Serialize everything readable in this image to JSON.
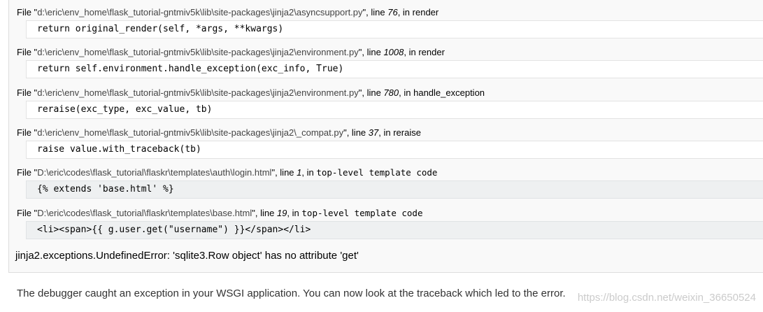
{
  "frames": [
    {
      "prefix": "File \"",
      "path": "d:\\eric\\env_home\\flask_tutorial-gntmiv5k\\lib\\site-packages\\jinja2\\asyncsupport.py",
      "mid": "\", line ",
      "line": "76",
      "in": ", in ",
      "func": "render",
      "func_is_code": false,
      "code": "return original_render(self, *args, **kwargs)",
      "highlight": false
    },
    {
      "prefix": "File \"",
      "path": "d:\\eric\\env_home\\flask_tutorial-gntmiv5k\\lib\\site-packages\\jinja2\\environment.py",
      "mid": "\", line ",
      "line": "1008",
      "in": ", in ",
      "func": "render",
      "func_is_code": false,
      "code": "return self.environment.handle_exception(exc_info, True)",
      "highlight": false
    },
    {
      "prefix": "File \"",
      "path": "d:\\eric\\env_home\\flask_tutorial-gntmiv5k\\lib\\site-packages\\jinja2\\environment.py",
      "mid": "\", line ",
      "line": "780",
      "in": ", in ",
      "func": "handle_exception",
      "func_is_code": false,
      "code": "reraise(exc_type, exc_value, tb)",
      "highlight": false
    },
    {
      "prefix": "File \"",
      "path": "d:\\eric\\env_home\\flask_tutorial-gntmiv5k\\lib\\site-packages\\jinja2\\_compat.py",
      "mid": "\", line ",
      "line": "37",
      "in": ", in ",
      "func": "reraise",
      "func_is_code": false,
      "code": "raise value.with_traceback(tb)",
      "highlight": false
    },
    {
      "prefix": "File \"",
      "path": "D:\\eric\\codes\\flask_tutorial\\flaskr\\templates\\auth\\login.html",
      "mid": "\", line ",
      "line": "1",
      "in": ", in ",
      "func": "top-level template code",
      "func_is_code": true,
      "code": "{% extends 'base.html' %}",
      "highlight": true
    },
    {
      "prefix": "File \"",
      "path": "D:\\eric\\codes\\flask_tutorial\\flaskr\\templates\\base.html",
      "mid": "\", line ",
      "line": "19",
      "in": ", in ",
      "func": "top-level template code",
      "func_is_code": true,
      "code": "<li><span>{{ g.user.get(\"username\") }}</span></li>",
      "highlight": true
    }
  ],
  "exception": "jinja2.exceptions.UndefinedError: 'sqlite3.Row object' has no attribute 'get'",
  "footer": "The debugger caught an exception in your WSGI application. You can now look at the traceback which led to the error.",
  "watermark": "https://blog.csdn.net/weixin_36650524"
}
